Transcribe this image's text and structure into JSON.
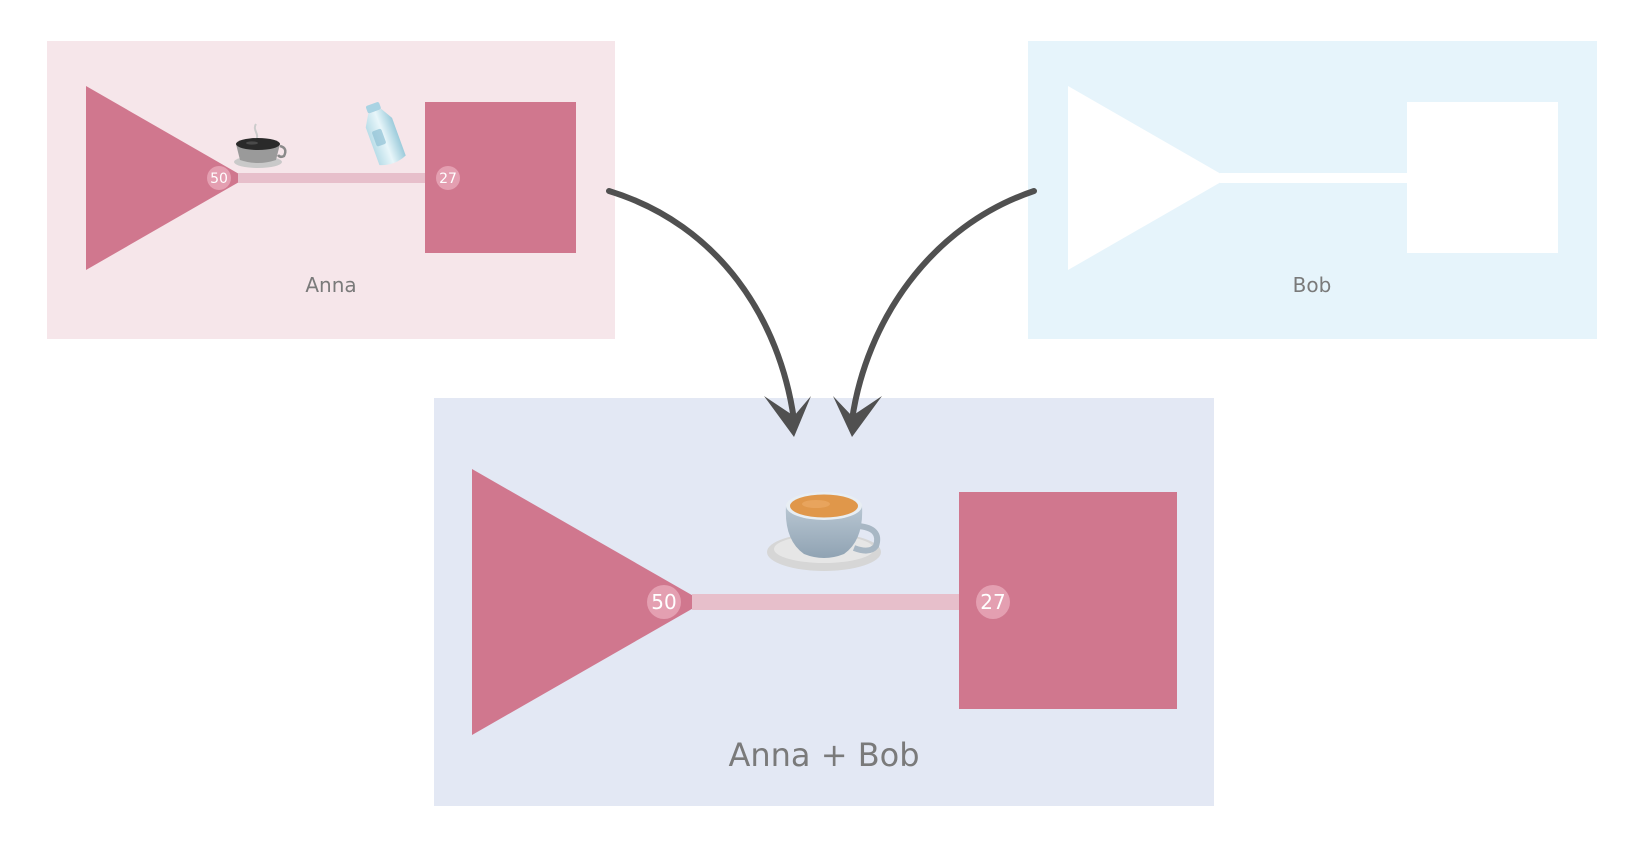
{
  "colors": {
    "anna_panel_bg": "#f6e6ea",
    "bob_panel_bg": "#e6f4fb",
    "combined_panel_bg": "#e3e8f4",
    "node_fill": "#d0778e",
    "edge_fill": "#e7bfcb",
    "bob_shape_fill": "#ffffff",
    "badge_fill": "#e49fb1",
    "arrow_color": "#505050",
    "label_color": "#7a7a7a"
  },
  "panels": {
    "anna": {
      "label": "Anna",
      "source_value": "50",
      "target_value": "27",
      "icons": [
        "coffee-cup-icon",
        "milk-bottle-icon"
      ]
    },
    "bob": {
      "label": "Bob"
    },
    "combined": {
      "label": "Anna + Bob",
      "source_value": "50",
      "target_value": "27",
      "icons": [
        "latte-cup-icon"
      ]
    }
  }
}
